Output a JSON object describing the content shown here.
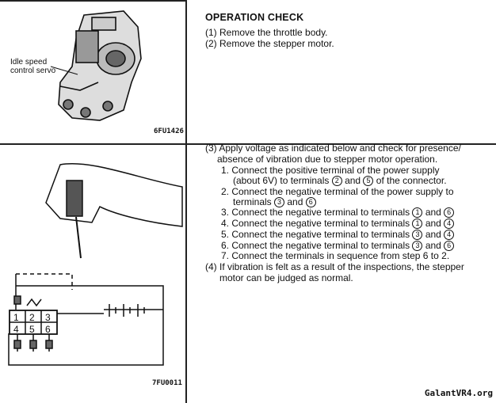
{
  "fig1": {
    "callout_line1": "Idle speed",
    "callout_line2": "control servo",
    "code": "6FU1426"
  },
  "fig2": {
    "code": "7FU0011",
    "terminals": [
      "1",
      "2",
      "3",
      "4",
      "5",
      "6"
    ]
  },
  "section": {
    "title": "OPERATION CHECK",
    "step1": "(1) Remove the throttle body.",
    "step2": "(2) Remove the stepper motor.",
    "step3_line1": "(3) Apply voltage as indicated below and check for presence/",
    "step3_line2": "absence of vibration due to stepper motor operation.",
    "s1_a": "1. Connect the positive terminal of the power supply",
    "s1_b": "(about 6V) to terminals",
    "s1_and": "and",
    "s1_end": "of the connector.",
    "s2_a": "2. Connect the negative terminal of the power supply to",
    "s2_b": "terminals",
    "s2_and": "and",
    "s3": "3. Connect the negative terminal to terminals",
    "s4": "4.  Connect the negative terminal to terminals",
    "s5": "5.  Connect the negative terminal to terminals",
    "s6": "6. Connect the negative terminal to terminals",
    "and_word": "and",
    "s7": "7. Connect the terminals in sequence from step 6 to 2.",
    "step4_line1": "(4) If vibration is felt as a result of the inspections, the stepper",
    "step4_line2": "motor can be judged as normal.",
    "c1": "1",
    "c2": "2",
    "c3": "3",
    "c4": "4",
    "c5": "5",
    "c6": "6"
  },
  "watermark": "GalantVR4.org"
}
